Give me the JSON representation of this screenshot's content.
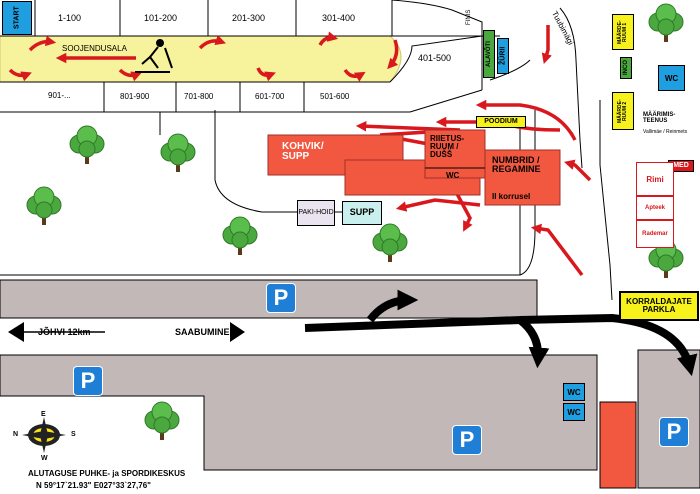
{
  "start_numbers": {
    "start_label": "START",
    "top_row": [
      "1-100",
      "101-200",
      "201-300",
      "301-400"
    ],
    "right": "401-500",
    "bottom_row": [
      "901-...",
      "801-900",
      "701-800",
      "601-700",
      "501-600"
    ]
  },
  "track": {
    "label": "SOOJENDUSALA"
  },
  "finish": {
    "label": "FINIS",
    "zurii": "ŽÜRII",
    "alavoti": "ALAVÕTI",
    "tube_lift": "Tuubimägi"
  },
  "buildings": {
    "kohvik": "KOHVIK/ SUPP",
    "rietus": "RIIETUS-RUUM / DUŠŠ",
    "wc": "WC",
    "numbrid": "NUMBRID / REGAMINE",
    "korrus": "II korrusel",
    "podium": "POODIUM",
    "pakihoid": "PAKI-HOID",
    "supp": "SUPP"
  },
  "side": {
    "maarde1": "MÄÄRDE-RUUM 1",
    "inco": "INCO",
    "wc": "WC",
    "maarde2": "MÄÄRDE-RUUM 2",
    "maarimis": "MÄÄRIMIS-TEENUS",
    "maarimis_sub": "Vallimäe / Reinmets",
    "med": "MED",
    "korraldajad": "KORRALDAJATE PARKLA"
  },
  "sponsors": [
    "Rimi",
    "Apteek",
    "Rademar"
  ],
  "road": {
    "johvi": "JÕHVI 12km",
    "saabumine": "SAABUMINE"
  },
  "parking": {
    "symbol": "P",
    "wc": "WC"
  },
  "compass": {
    "n": "N",
    "e": "E",
    "s": "S",
    "w": "W"
  },
  "footer": {
    "name": "ALUTAGUSE PUHKE- ja SPORDIKESKUS",
    "coords": "N 59°17`21.93\" E027°33`27,76\""
  },
  "colors": {
    "parking_blue": "#1f7fd6",
    "building_orange": "#f2573f",
    "road_gray": "#c2b8b8",
    "zone_yellow": "#f7f29c",
    "arrow_red": "#d9181e",
    "wc_blue": "#1f9fe0",
    "tree_green": "#4aa83e"
  }
}
